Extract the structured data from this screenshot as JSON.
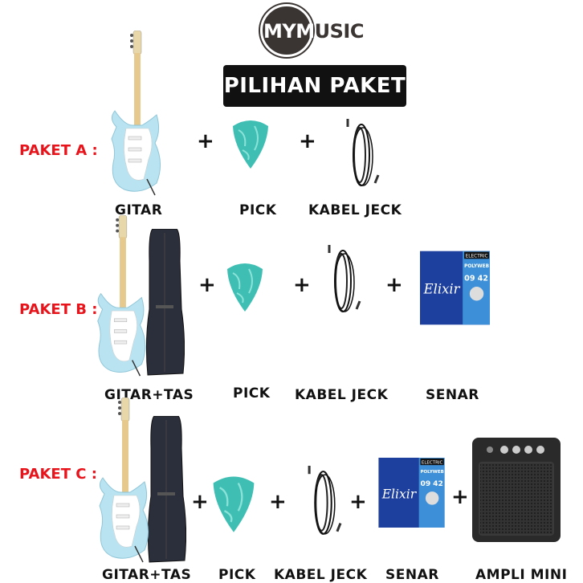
{
  "logo": {
    "part1": "MYM",
    "part2": "USIC"
  },
  "title": "PILIHAN PAKET",
  "plus": "+",
  "packages": [
    {
      "label": "PAKET A :",
      "items": [
        "GITAR",
        "PICK",
        "KABEL JECK"
      ]
    },
    {
      "label": "PAKET B :",
      "items": [
        "GITAR+TAS",
        "PICK",
        "KABEL JECK",
        "SENAR"
      ]
    },
    {
      "label": "PAKET C :",
      "items": [
        "GITAR+TAS",
        "PICK",
        "KABEL JECK",
        "SENAR",
        "AMPLI MINI"
      ]
    }
  ],
  "senar_pack": {
    "brand": "Elixir",
    "type": "ELECTRIC",
    "coating": "POLYWEB",
    "gauge_low": "09",
    "gauge_high": "42"
  },
  "colors": {
    "package_label": "#e8141b",
    "guitar_body": "#b9e3f1",
    "pick": "#3fbfb4",
    "strings_pack": "#1d3f9e"
  }
}
